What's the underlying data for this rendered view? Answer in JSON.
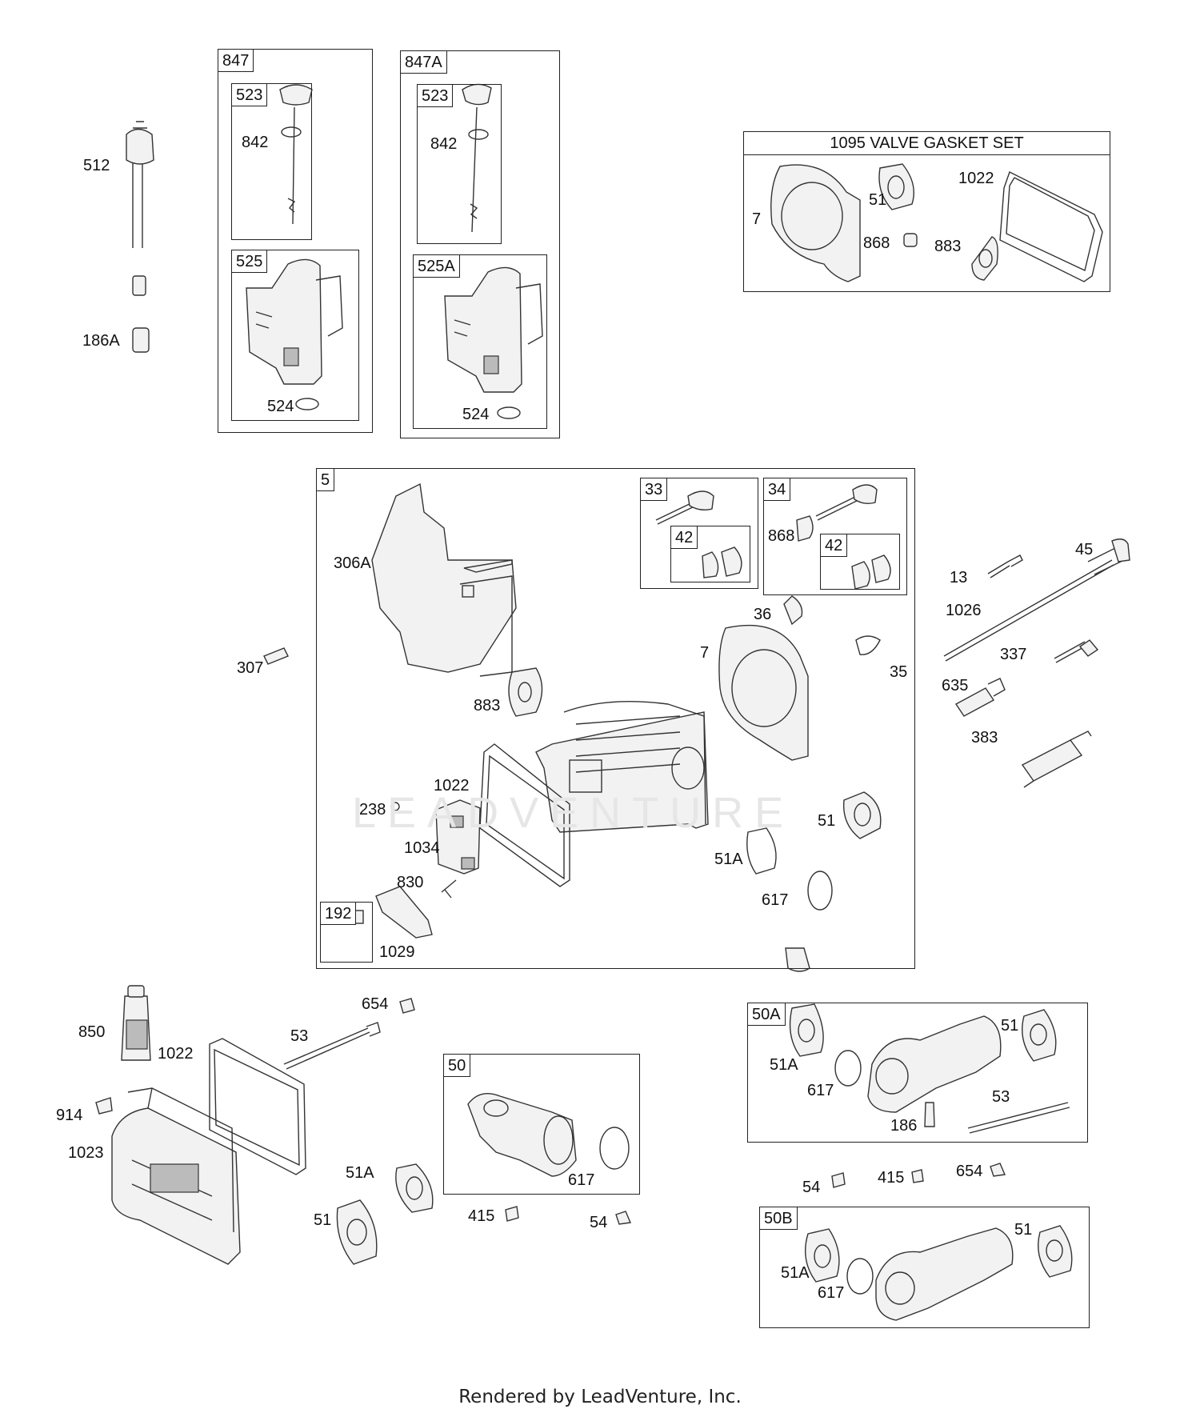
{
  "diagram": {
    "valve_gasket_set_title": "1095 VALVE GASKET SET",
    "boxes": {
      "b847": "847",
      "b847A": "847A",
      "b523a": "523",
      "b523b": "523",
      "b525": "525",
      "b525A": "525A",
      "b5": "5",
      "b33": "33",
      "b34": "34",
      "b42a": "42",
      "b42b": "42",
      "b192": "192",
      "b50": "50",
      "b50A": "50A",
      "b50B": "50B"
    },
    "labels": {
      "l512": "512",
      "l186A": "186A",
      "l842a": "842",
      "l842b": "842",
      "l524a": "524",
      "l524b": "524",
      "vgs_7": "7",
      "vgs_51": "51",
      "vgs_868": "868",
      "vgs_883": "883",
      "vgs_1022": "1022",
      "l306A": "306A",
      "l307": "307",
      "l868": "868",
      "l36": "36",
      "l7": "7",
      "l35": "35",
      "l883": "883",
      "l1022": "1022",
      "l238": "238",
      "l1034": "1034",
      "l830": "830",
      "l1029": "1029",
      "l51": "51",
      "l51A": "51A",
      "l617": "617",
      "l13": "13",
      "l45": "45",
      "l1026": "1026",
      "l337": "337",
      "l635": "635",
      "l383": "383",
      "l850": "850",
      "l1022b": "1022",
      "l914": "914",
      "l1023": "1023",
      "l654": "654",
      "l53": "53",
      "l51Ab": "51A",
      "l51b": "51",
      "l617b": "617",
      "l415": "415",
      "l54": "54",
      "a_51A": "51A",
      "a_617": "617",
      "a_51": "51",
      "a_53": "53",
      "a_186": "186",
      "m_54": "54",
      "m_415": "415",
      "m_654": "654",
      "b_51A": "51A",
      "b_617": "617",
      "b_51": "51"
    },
    "watermark": "LEADVENTURE",
    "footer": "Rendered by LeadVenture, Inc."
  }
}
